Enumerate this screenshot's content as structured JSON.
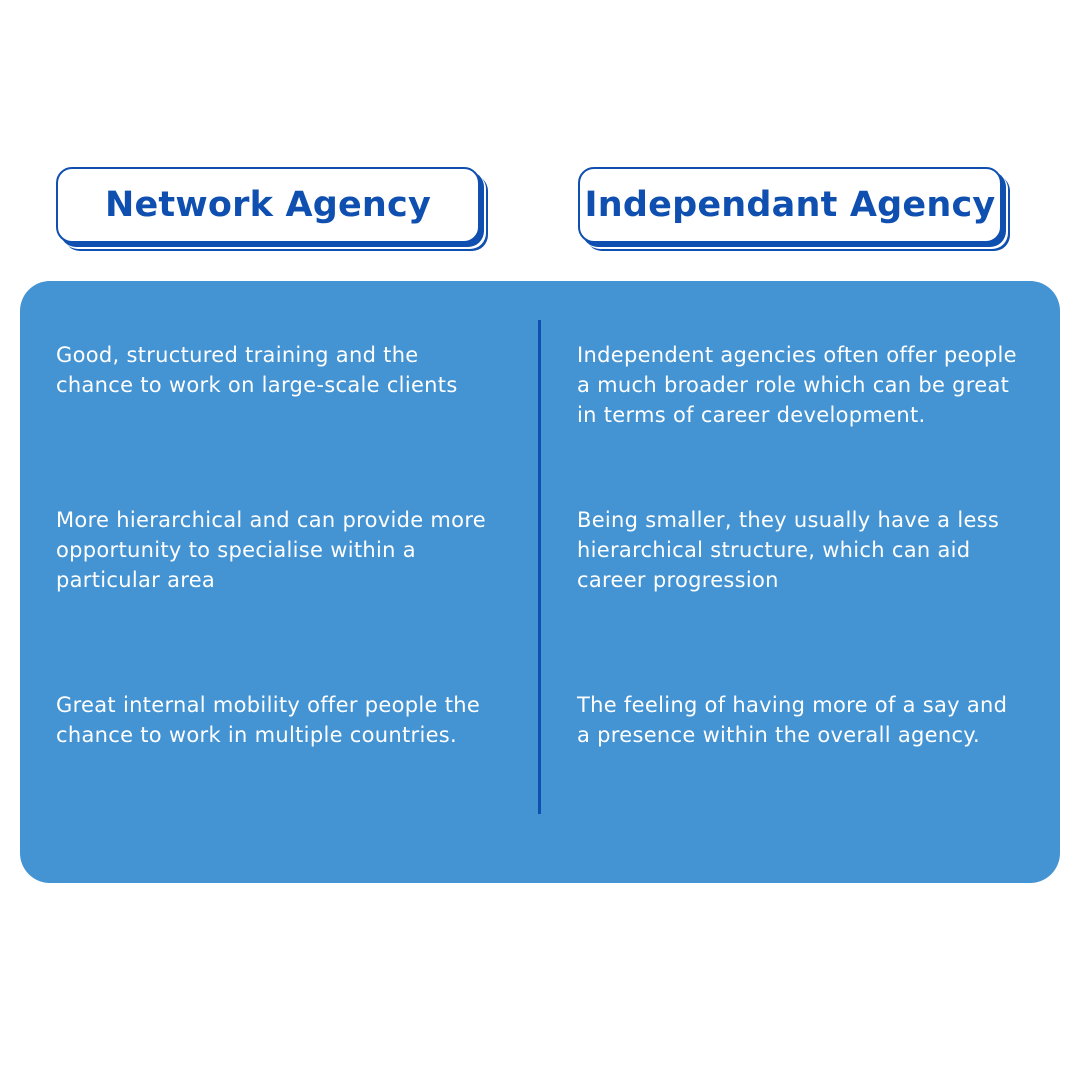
{
  "columns": {
    "left": {
      "title": "Network Agency",
      "points": [
        "Good, structured training and the chance to work on large-scale clients",
        "More hierarchical and can provide more opportunity to specialise within a particular area",
        "Great internal mobility offer people the chance to work in multiple countries."
      ]
    },
    "right": {
      "title": "Independant Agency",
      "points": [
        "Independent agencies often offer people a much broader role which can be great in terms of career development.",
        "Being smaller, they usually have a less hierarchical structure, which can aid career progression",
        "The feeling of having more of a say and a presence within the overall agency."
      ]
    }
  },
  "colors": {
    "accent": "#0f4fb0",
    "panel": "#4493d2",
    "background": "#ffffff",
    "text_on_panel": "#ffffff"
  }
}
